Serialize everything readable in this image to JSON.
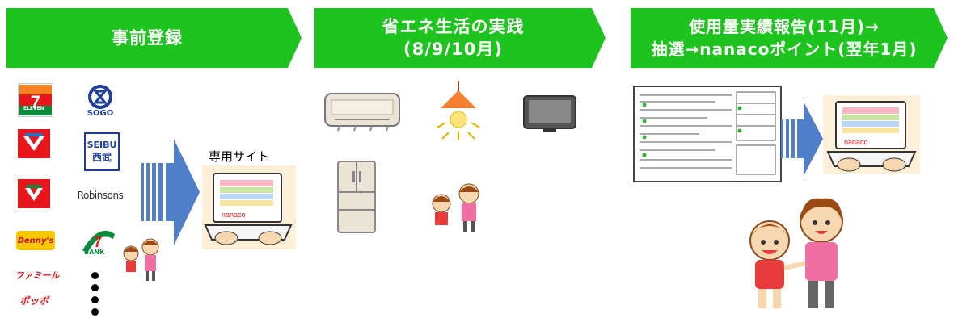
{
  "banners": [
    {
      "lines": [
        "事前登録"
      ]
    },
    {
      "lines": [
        "省エネ生活の実践",
        "(8/9/10月)"
      ]
    },
    {
      "lines": [
        "使用量実績報告(11月)→",
        "抽選→nanacoポイント(翌年1月)"
      ]
    }
  ],
  "site_caption": "専用サイト",
  "logos": {
    "seven_eleven": "ELEVEN",
    "sogo": "SOGO",
    "seibu_top": "SEIBU",
    "seibu_bottom": "西武",
    "robinsons": "Robinsons",
    "dennys": "Denny's",
    "bank": "BANK",
    "familymart": "ファミール",
    "poppo": "ポッポ"
  },
  "laptop_screen_text": "nanaco",
  "colors": {
    "green": "#1ec41e",
    "arrow_blue": "#4f7fc9"
  }
}
